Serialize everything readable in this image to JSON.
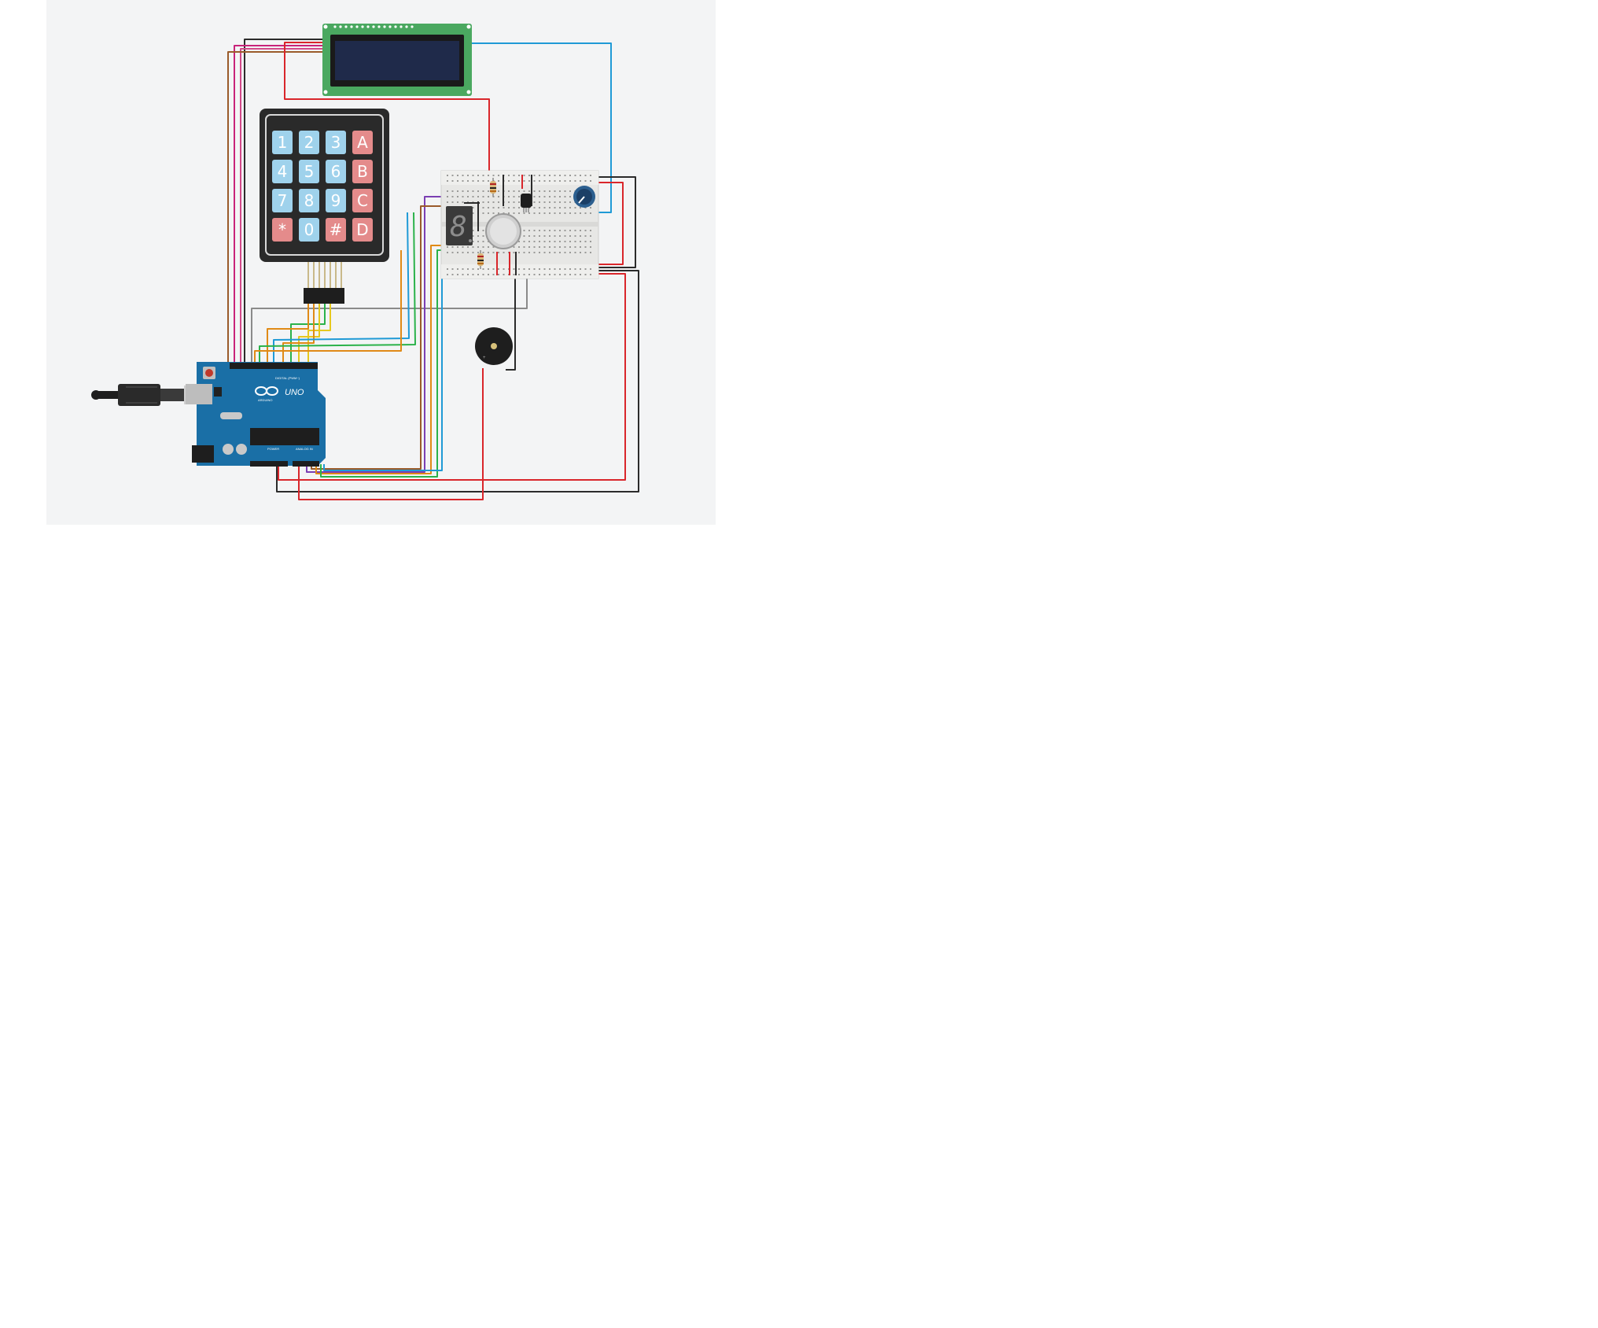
{
  "colors": {
    "workspace": "#f3f4f5",
    "page": "#ffffff",
    "wire_red": "#d9262b",
    "wire_black": "#2b2b2b",
    "wire_blue": "#1f9ad6",
    "wire_magenta": "#c8237a",
    "wire_brown": "#9a5b2a",
    "wire_orange": "#e08a16",
    "wire_green": "#2bb24a",
    "wire_yellow": "#e6c81e",
    "wire_purple": "#7b3fb3",
    "wire_gray": "#8a8a8a",
    "key_blue": "#9fd2ec",
    "key_red": "#e48b8b",
    "arduino_blue": "#1a6fa6",
    "lcd_green": "#4aa860",
    "lcd_screen": "#1f2a4a"
  },
  "keypad": {
    "keys": [
      [
        {
          "label": "1",
          "kind": "blue"
        },
        {
          "label": "2",
          "kind": "blue"
        },
        {
          "label": "3",
          "kind": "blue"
        },
        {
          "label": "A",
          "kind": "red"
        }
      ],
      [
        {
          "label": "4",
          "kind": "blue"
        },
        {
          "label": "5",
          "kind": "blue"
        },
        {
          "label": "6",
          "kind": "blue"
        },
        {
          "label": "B",
          "kind": "red"
        }
      ],
      [
        {
          "label": "7",
          "kind": "blue"
        },
        {
          "label": "8",
          "kind": "blue"
        },
        {
          "label": "9",
          "kind": "blue"
        },
        {
          "label": "C",
          "kind": "red"
        }
      ],
      [
        {
          "label": "*",
          "kind": "red"
        },
        {
          "label": "0",
          "kind": "blue"
        },
        {
          "label": "#",
          "kind": "red"
        },
        {
          "label": "D",
          "kind": "red"
        }
      ]
    ]
  },
  "arduino": {
    "model_label": "UNO",
    "brand_label": "ARDUINO",
    "digital_header_label": "DIGITAL (PWM~)",
    "power_header_label": "POWER",
    "analog_header_label": "ANALOG IN"
  },
  "seven_segment": {
    "digit": "8"
  },
  "icons": {
    "usb_cable": "usb-plug-icon",
    "buzzer": "piezo-buzzer-icon",
    "potentiometer": "potentiometer-knob-icon"
  }
}
